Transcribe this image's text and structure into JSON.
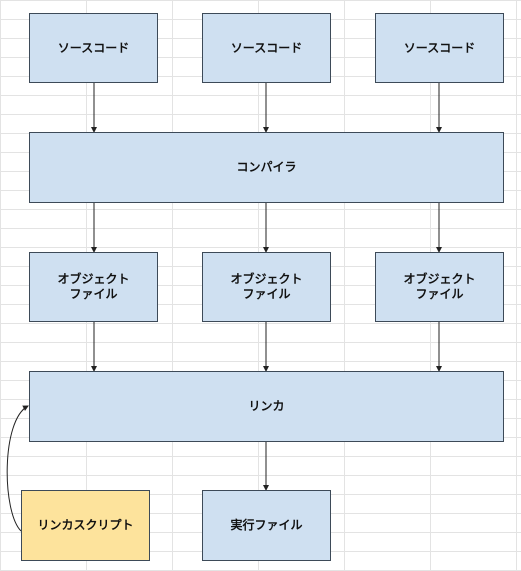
{
  "colors": {
    "node_fill": "#cfe0f1",
    "script_fill": "#fde39c",
    "border": "#3d4a58",
    "grid_line": "#e3e3e3"
  },
  "nodes": {
    "source1": "ソースコード",
    "source2": "ソースコード",
    "source3": "ソースコード",
    "compiler": "コンパイラ",
    "object1": "オブジェクト\nファイル",
    "object2": "オブジェクト\nファイル",
    "object3": "オブジェクト\nファイル",
    "linker": "リンカ",
    "linker_script": "リンカスクリプト",
    "executable": "実行ファイル"
  }
}
